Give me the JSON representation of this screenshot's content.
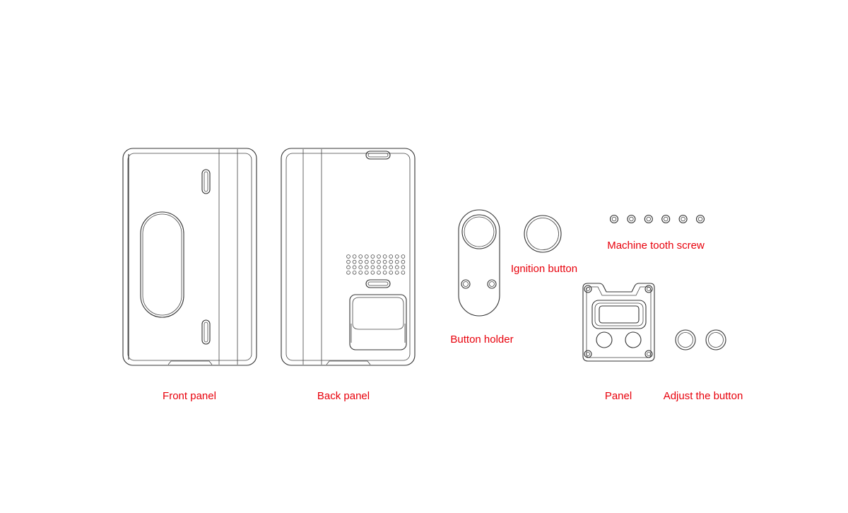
{
  "labels": {
    "front_panel": "Front panel",
    "back_panel": "Back panel",
    "button_holder": "Button holder",
    "ignition_button": "Ignition button",
    "machine_tooth_screw": "Machine tooth screw",
    "panel": "Panel",
    "adjust_button": "Adjust the button"
  },
  "colors": {
    "label": "#e8000b",
    "line": "#333333"
  },
  "counts": {
    "screws": 6
  }
}
